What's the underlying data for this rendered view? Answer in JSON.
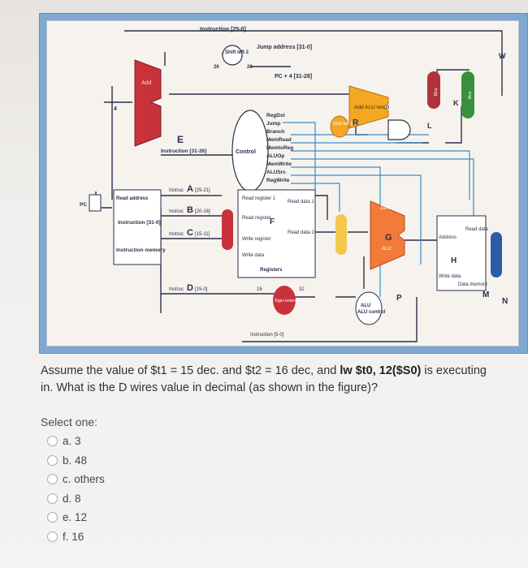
{
  "figure": {
    "labels": {
      "instruction_25_0": "Instruction [25-0]",
      "shift_left_2_top": "Shift left 2",
      "n26": "26",
      "n28": "28",
      "jump_address": "Jump address [31-0]",
      "pc_plus_4": "PC + 4 [31-28]",
      "w": "W",
      "add_left": "Add",
      "four": "4",
      "add_alu_result": "Add ALU result",
      "k": "K",
      "shift_left_2_mid": "Shift left 2",
      "r": "R",
      "l": "L",
      "e": "E",
      "instruction_31_26": "Instruction [31-26]",
      "control": "Control",
      "ctrl_regdst": "RegDst",
      "ctrl_jump": "Jump",
      "ctrl_branch": "Branch",
      "ctrl_memread": "MemRead",
      "ctrl_memtoreg": "MemtoReg",
      "ctrl_aluop": "ALUOp",
      "ctrl_memwrite": "MemWrite",
      "ctrl_alusrc": "ALUSrc",
      "ctrl_regwrite": "RegWrite",
      "pc": "PC",
      "read_address": "Read address",
      "instruction_31_0": "Instruction [31-0]",
      "instruction_memory": "Instruction memory",
      "a_label": "A",
      "a_range": "[25-21]",
      "b_label": "B",
      "b_range": "[20-16]",
      "c_label": "C",
      "c_range": "[15-11]",
      "d_label": "D",
      "d_range": "[15-0]",
      "instruc": "Instruc",
      "read_register_1": "Read register 1",
      "read_register_2": "Read register",
      "f": "F",
      "read_data_1": "Read data 1",
      "read_data_2": "Read data 2",
      "write_register": "Write register",
      "write_data": "Write data",
      "registers": "Registers",
      "zero": "Zero",
      "g": "G",
      "alu": "ALU",
      "address": "Address",
      "read_data_mem": "Read data",
      "h": "H",
      "write_data_mem": "Write data",
      "data_memory": "Data memory",
      "m": "M",
      "n": "N",
      "p": "P",
      "alu_control": "ALU control",
      "n16": "16",
      "n32": "32",
      "sign_extend": "Sign-extend",
      "instruction_5_0": "Instruction [5-0]",
      "mux": "Mux"
    },
    "colors": {
      "wire": "#2b2e4a",
      "control_wire": "#3a8ac9",
      "red_block": "#c8323a",
      "orange_alu": "#f5a623",
      "orange_main_alu": "#f47a3a",
      "mux_yellow": "#f2c94c",
      "mux_red": "#b0333b",
      "mux_blue": "#2f5aa8",
      "mux_green": "#3a8f3a"
    }
  },
  "question": {
    "part1": "Assume the value of $t1 = 15 dec. and $t2 = 16 dec, and ",
    "instr": "lw $t0, 12($S0)",
    "part2": " is executing in. What is the D wires value in decimal (as shown in the figure)?"
  },
  "select_label": "Select one:",
  "options": [
    {
      "letter": "a.",
      "text": "3"
    },
    {
      "letter": "b.",
      "text": "48"
    },
    {
      "letter": "c.",
      "text": "others"
    },
    {
      "letter": "d.",
      "text": "8"
    },
    {
      "letter": "e.",
      "text": "12"
    },
    {
      "letter": "f.",
      "text": "16"
    }
  ]
}
